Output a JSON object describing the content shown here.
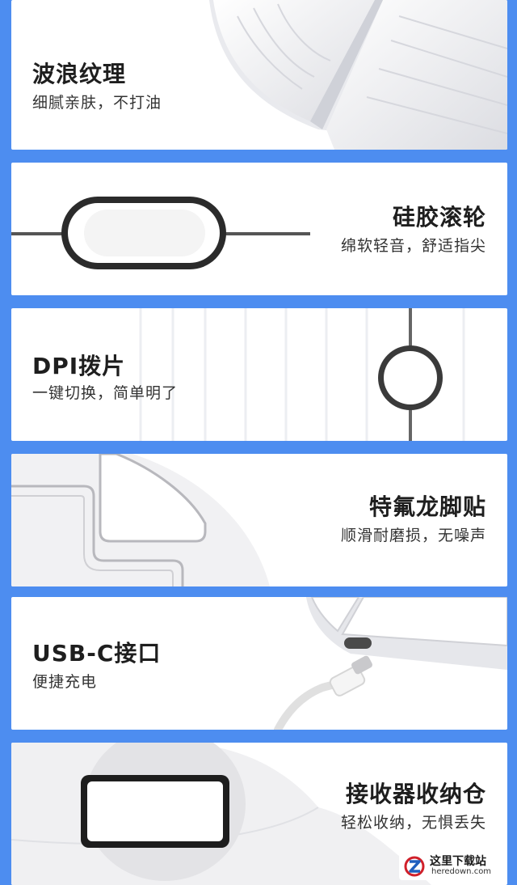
{
  "accent_color": "#4d8df0",
  "features": [
    {
      "title": "波浪纹理",
      "subtitle": "细腻亲肤，不打油"
    },
    {
      "title": "硅胶滚轮",
      "subtitle": "绵软轻音，舒适指尖"
    },
    {
      "title": "DPI拨片",
      "subtitle": "一键切换，简单明了"
    },
    {
      "title": "特氟龙脚贴",
      "subtitle": "顺滑耐磨损，无噪声"
    },
    {
      "title": "USB-C接口",
      "subtitle": "便捷充电"
    },
    {
      "title": "接收器收纳仓",
      "subtitle": "轻松收纳，无惧丢失"
    }
  ],
  "watermark": {
    "brand": "这里下载站",
    "url": "heredown.com",
    "icon": "z-logo-icon"
  }
}
